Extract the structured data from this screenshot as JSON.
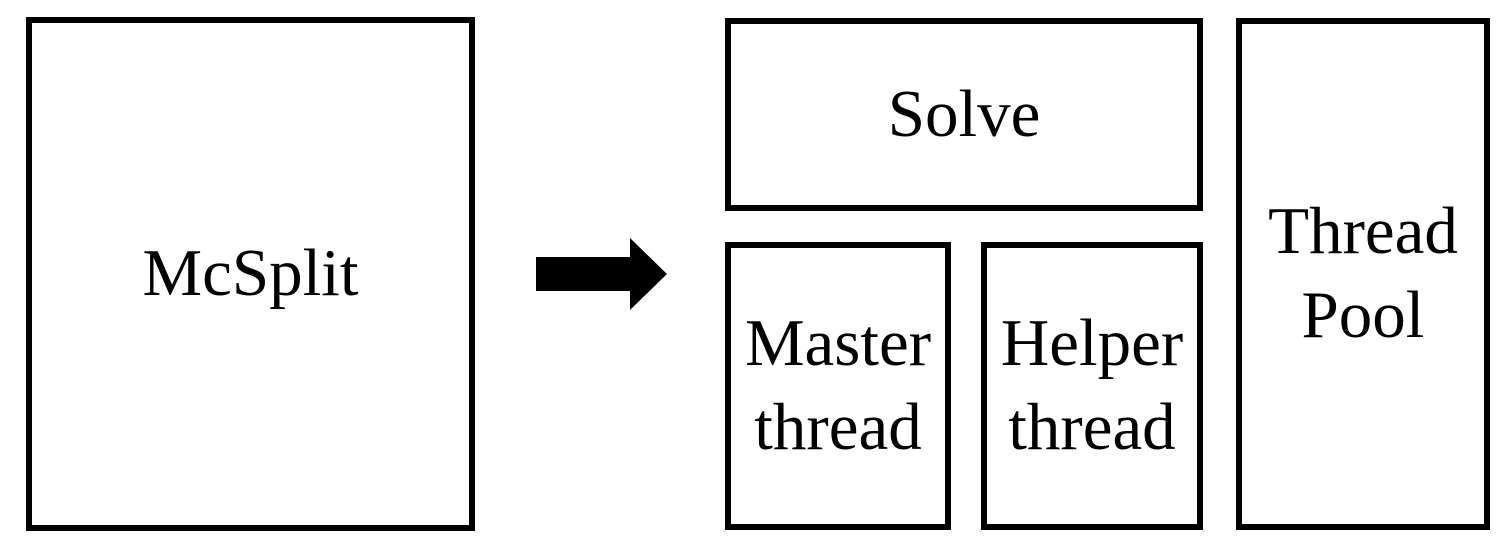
{
  "colors": {
    "line": "#000000",
    "background": "#ffffff"
  },
  "diagram": {
    "left_box": {
      "label": "McSplit"
    },
    "arrow": {
      "name": "right-arrow",
      "direction": "right"
    },
    "right_group": {
      "solve_box": {
        "label": "Solve"
      },
      "master_box": {
        "line1": "Master",
        "line2": "thread"
      },
      "helper_box": {
        "line1": "Helper",
        "line2": "thread"
      },
      "thread_pool_box": {
        "line1": "Thread",
        "line2": "Pool"
      }
    }
  }
}
